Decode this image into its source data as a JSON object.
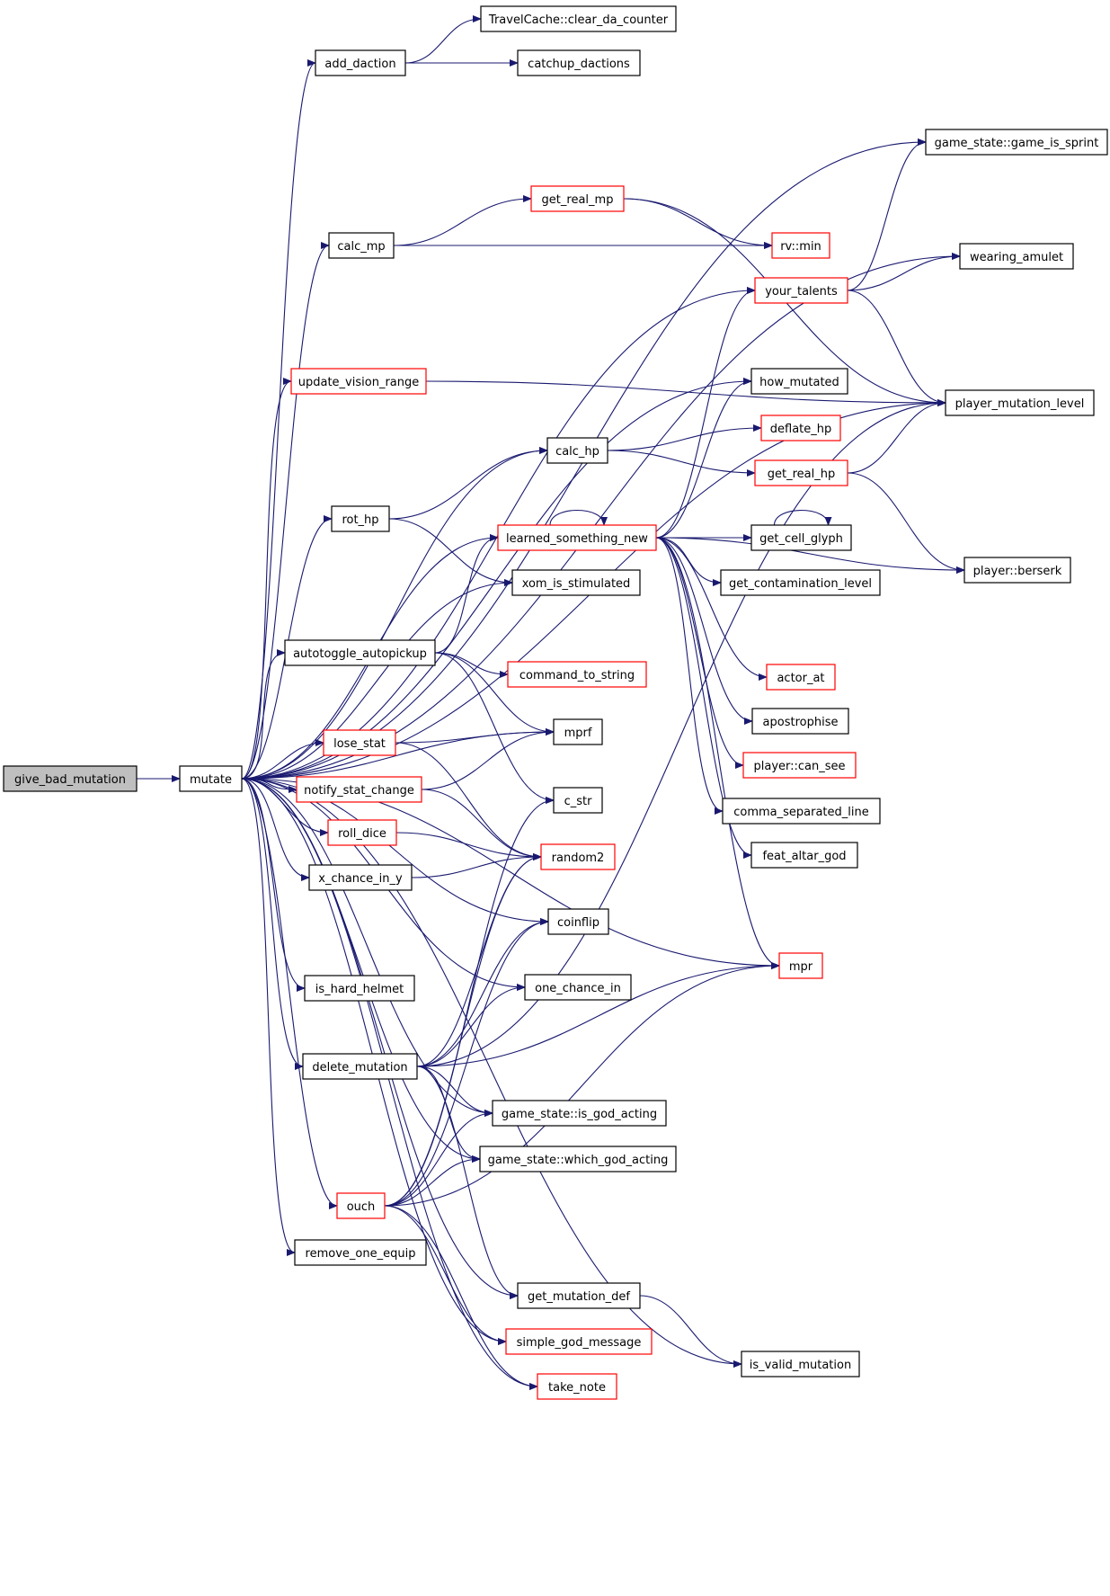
{
  "colors": {
    "edge": "#191970",
    "text": "#000000",
    "normal_border": "#000000",
    "highlight_border": "#ff0000",
    "root_fill": "#bfbfbf"
  },
  "nodes": [
    {
      "id": "give_bad_mutation",
      "label": "give_bad_mutation",
      "style": "root"
    },
    {
      "id": "mutate",
      "label": "mutate",
      "style": "normal"
    },
    {
      "id": "add_daction",
      "label": "add_daction",
      "style": "normal"
    },
    {
      "id": "clear_da_counter",
      "label": "TravelCache::clear_da_counter",
      "style": "normal"
    },
    {
      "id": "catchup_dactions",
      "label": "catchup_dactions",
      "style": "normal"
    },
    {
      "id": "game_is_sprint",
      "label": "game_state::game_is_sprint",
      "style": "normal"
    },
    {
      "id": "get_real_mp",
      "label": "get_real_mp",
      "style": "red"
    },
    {
      "id": "calc_mp",
      "label": "calc_mp",
      "style": "normal"
    },
    {
      "id": "rv_min",
      "label": "rv::min",
      "style": "red"
    },
    {
      "id": "wearing_amulet",
      "label": "wearing_amulet",
      "style": "normal"
    },
    {
      "id": "your_talents",
      "label": "your_talents",
      "style": "red"
    },
    {
      "id": "update_vision_range",
      "label": "update_vision_range",
      "style": "red"
    },
    {
      "id": "how_mutated",
      "label": "how_mutated",
      "style": "normal"
    },
    {
      "id": "player_mutation_level",
      "label": "player_mutation_level",
      "style": "normal"
    },
    {
      "id": "deflate_hp",
      "label": "deflate_hp",
      "style": "red"
    },
    {
      "id": "calc_hp",
      "label": "calc_hp",
      "style": "normal"
    },
    {
      "id": "get_real_hp",
      "label": "get_real_hp",
      "style": "red"
    },
    {
      "id": "rot_hp",
      "label": "rot_hp",
      "style": "normal"
    },
    {
      "id": "learned_something_new",
      "label": "learned_something_new",
      "style": "red"
    },
    {
      "id": "get_cell_glyph",
      "label": "get_cell_glyph",
      "style": "normal"
    },
    {
      "id": "player_berserk",
      "label": "player::berserk",
      "style": "normal"
    },
    {
      "id": "xom_is_stimulated",
      "label": "xom_is_stimulated",
      "style": "normal"
    },
    {
      "id": "get_contamination_level",
      "label": "get_contamination_level",
      "style": "normal"
    },
    {
      "id": "autotoggle_autopickup",
      "label": "autotoggle_autopickup",
      "style": "normal"
    },
    {
      "id": "command_to_string",
      "label": "command_to_string",
      "style": "red"
    },
    {
      "id": "actor_at",
      "label": "actor_at",
      "style": "red"
    },
    {
      "id": "apostrophise",
      "label": "apostrophise",
      "style": "normal"
    },
    {
      "id": "mprf",
      "label": "mprf",
      "style": "normal"
    },
    {
      "id": "lose_stat",
      "label": "lose_stat",
      "style": "red"
    },
    {
      "id": "player_can_see",
      "label": "player::can_see",
      "style": "red"
    },
    {
      "id": "notify_stat_change",
      "label": "notify_stat_change",
      "style": "red"
    },
    {
      "id": "c_str",
      "label": "c_str",
      "style": "normal"
    },
    {
      "id": "comma_separated_line",
      "label": "comma_separated_line",
      "style": "normal"
    },
    {
      "id": "roll_dice",
      "label": "roll_dice",
      "style": "red"
    },
    {
      "id": "random2",
      "label": "random2",
      "style": "red"
    },
    {
      "id": "feat_altar_god",
      "label": "feat_altar_god",
      "style": "normal"
    },
    {
      "id": "x_chance_in_y",
      "label": "x_chance_in_y",
      "style": "normal"
    },
    {
      "id": "coinflip",
      "label": "coinflip",
      "style": "normal"
    },
    {
      "id": "mpr",
      "label": "mpr",
      "style": "red"
    },
    {
      "id": "is_hard_helmet",
      "label": "is_hard_helmet",
      "style": "normal"
    },
    {
      "id": "one_chance_in",
      "label": "one_chance_in",
      "style": "normal"
    },
    {
      "id": "delete_mutation",
      "label": "delete_mutation",
      "style": "normal"
    },
    {
      "id": "is_god_acting",
      "label": "game_state::is_god_acting",
      "style": "normal"
    },
    {
      "id": "which_god_acting",
      "label": "game_state::which_god_acting",
      "style": "normal"
    },
    {
      "id": "ouch",
      "label": "ouch",
      "style": "red"
    },
    {
      "id": "remove_one_equip",
      "label": "remove_one_equip",
      "style": "normal"
    },
    {
      "id": "get_mutation_def",
      "label": "get_mutation_def",
      "style": "normal"
    },
    {
      "id": "simple_god_message",
      "label": "simple_god_message",
      "style": "red"
    },
    {
      "id": "is_valid_mutation",
      "label": "is_valid_mutation",
      "style": "normal"
    },
    {
      "id": "take_note",
      "label": "take_note",
      "style": "red"
    }
  ],
  "edges": [
    [
      "give_bad_mutation",
      "mutate"
    ],
    [
      "mutate",
      "add_daction"
    ],
    [
      "mutate",
      "game_is_sprint"
    ],
    [
      "mutate",
      "wearing_amulet"
    ],
    [
      "mutate",
      "calc_mp"
    ],
    [
      "mutate",
      "your_talents"
    ],
    [
      "mutate",
      "update_vision_range"
    ],
    [
      "mutate",
      "player_mutation_level"
    ],
    [
      "mutate",
      "calc_hp"
    ],
    [
      "mutate",
      "rot_hp"
    ],
    [
      "mutate",
      "learned_something_new"
    ],
    [
      "mutate",
      "xom_is_stimulated"
    ],
    [
      "mutate",
      "autotoggle_autopickup"
    ],
    [
      "mutate",
      "mprf"
    ],
    [
      "mutate",
      "lose_stat"
    ],
    [
      "mutate",
      "notify_stat_change"
    ],
    [
      "mutate",
      "roll_dice"
    ],
    [
      "mutate",
      "x_chance_in_y"
    ],
    [
      "mutate",
      "coinflip"
    ],
    [
      "mutate",
      "is_hard_helmet"
    ],
    [
      "mutate",
      "one_chance_in"
    ],
    [
      "mutate",
      "delete_mutation"
    ],
    [
      "mutate",
      "is_god_acting"
    ],
    [
      "mutate",
      "which_god_acting"
    ],
    [
      "mutate",
      "ouch"
    ],
    [
      "mutate",
      "remove_one_equip"
    ],
    [
      "mutate",
      "get_mutation_def"
    ],
    [
      "mutate",
      "simple_god_message"
    ],
    [
      "mutate",
      "take_note"
    ],
    [
      "mutate",
      "is_valid_mutation"
    ],
    [
      "mutate",
      "mpr"
    ],
    [
      "mutate",
      "how_mutated"
    ],
    [
      "add_daction",
      "clear_da_counter"
    ],
    [
      "add_daction",
      "catchup_dactions"
    ],
    [
      "calc_mp",
      "get_real_mp"
    ],
    [
      "calc_mp",
      "rv_min"
    ],
    [
      "get_real_mp",
      "rv_min"
    ],
    [
      "get_real_mp",
      "player_mutation_level"
    ],
    [
      "your_talents",
      "game_is_sprint"
    ],
    [
      "your_talents",
      "wearing_amulet"
    ],
    [
      "your_talents",
      "player_mutation_level"
    ],
    [
      "update_vision_range",
      "player_mutation_level"
    ],
    [
      "calc_hp",
      "deflate_hp"
    ],
    [
      "calc_hp",
      "get_real_hp"
    ],
    [
      "get_real_hp",
      "player_mutation_level"
    ],
    [
      "get_real_hp",
      "player_berserk"
    ],
    [
      "rot_hp",
      "calc_hp"
    ],
    [
      "rot_hp",
      "xom_is_stimulated"
    ],
    [
      "learned_something_new",
      "learned_something_new"
    ],
    [
      "learned_something_new",
      "your_talents"
    ],
    [
      "learned_something_new",
      "how_mutated"
    ],
    [
      "learned_something_new",
      "get_cell_glyph"
    ],
    [
      "learned_something_new",
      "get_contamination_level"
    ],
    [
      "learned_something_new",
      "player_berserk"
    ],
    [
      "learned_something_new",
      "actor_at"
    ],
    [
      "learned_something_new",
      "apostrophise"
    ],
    [
      "learned_something_new",
      "player_can_see"
    ],
    [
      "learned_something_new",
      "comma_separated_line"
    ],
    [
      "learned_something_new",
      "feat_altar_god"
    ],
    [
      "learned_something_new",
      "mpr"
    ],
    [
      "get_cell_glyph",
      "get_cell_glyph"
    ],
    [
      "autotoggle_autopickup",
      "learned_something_new"
    ],
    [
      "autotoggle_autopickup",
      "command_to_string"
    ],
    [
      "autotoggle_autopickup",
      "mprf"
    ],
    [
      "autotoggle_autopickup",
      "c_str"
    ],
    [
      "lose_stat",
      "mprf"
    ],
    [
      "lose_stat",
      "random2"
    ],
    [
      "notify_stat_change",
      "mprf"
    ],
    [
      "notify_stat_change",
      "random2"
    ],
    [
      "roll_dice",
      "random2"
    ],
    [
      "x_chance_in_y",
      "random2"
    ],
    [
      "delete_mutation",
      "random2"
    ],
    [
      "delete_mutation",
      "coinflip"
    ],
    [
      "delete_mutation",
      "one_chance_in"
    ],
    [
      "delete_mutation",
      "mpr"
    ],
    [
      "delete_mutation",
      "player_mutation_level"
    ],
    [
      "delete_mutation",
      "is_god_acting"
    ],
    [
      "delete_mutation",
      "which_god_acting"
    ],
    [
      "delete_mutation",
      "get_mutation_def"
    ],
    [
      "ouch",
      "c_str"
    ],
    [
      "ouch",
      "random2"
    ],
    [
      "ouch",
      "coinflip"
    ],
    [
      "ouch",
      "is_god_acting"
    ],
    [
      "ouch",
      "which_god_acting"
    ],
    [
      "ouch",
      "mpr"
    ],
    [
      "ouch",
      "simple_god_message"
    ],
    [
      "ouch",
      "take_note"
    ],
    [
      "get_mutation_def",
      "is_valid_mutation"
    ]
  ]
}
